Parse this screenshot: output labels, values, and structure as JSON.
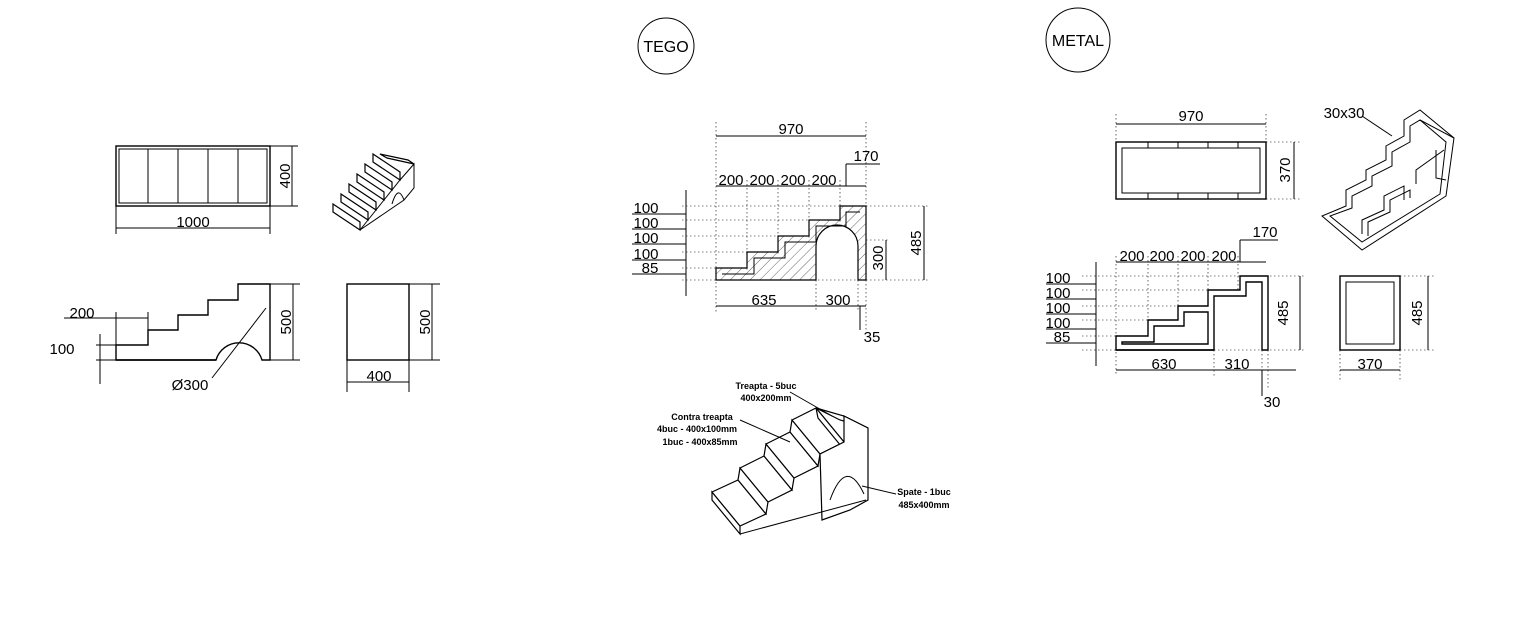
{
  "titles": {
    "tego": "TEGO",
    "metal": "METAL"
  },
  "left": {
    "top_width": "1000",
    "top_depth": "400",
    "step_run": "200",
    "step_rise": "100",
    "height": "500",
    "arch_diameter": "Ø300",
    "side_height": "500",
    "side_width": "400"
  },
  "tego": {
    "total_width": "970",
    "top_offset": "170",
    "step_runs": [
      "200",
      "200",
      "200",
      "200"
    ],
    "step_rises": [
      "100",
      "100",
      "100",
      "100",
      "85"
    ],
    "height": "485",
    "arch_height": "300",
    "base_left": "635",
    "base_right": "300",
    "thickness": "35",
    "labels": {
      "treapta_line1": "Treapta - 5buc",
      "treapta_line2": "400x200mm",
      "contra_line1": "Contra treapta",
      "contra_line2": "4buc - 400x100mm",
      "contra_line3": "1buc - 400x85mm",
      "spate_line1": "Spate - 1buc",
      "spate_line2": "485x400mm"
    }
  },
  "metal": {
    "total_width": "970",
    "depth": "370",
    "profile": "30x30",
    "top_offset": "170",
    "step_runs": [
      "200",
      "200",
      "200",
      "200"
    ],
    "step_rises": [
      "100",
      "100",
      "100",
      "100",
      "85"
    ],
    "height": "485",
    "base_left": "630",
    "base_right": "310",
    "thickness": "30",
    "side_width": "370",
    "side_height": "485"
  }
}
